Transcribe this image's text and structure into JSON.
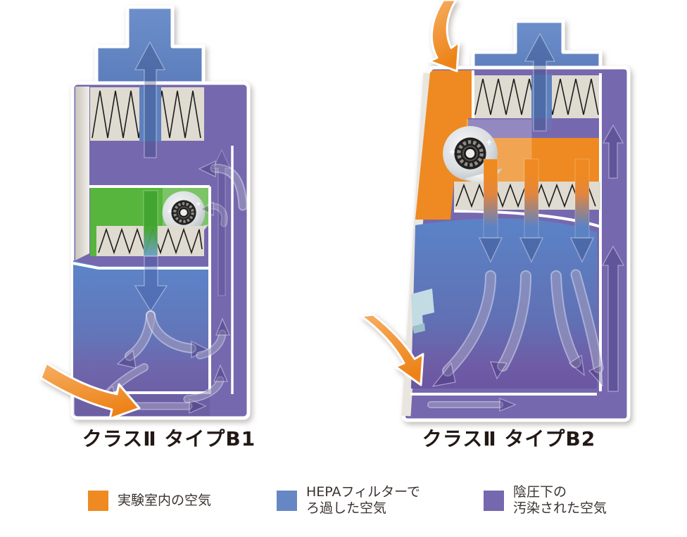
{
  "colors": {
    "orange": "#EE8A21",
    "blue": "#6787C4",
    "purple": "#7568AE",
    "green": "#57B53D",
    "filter_beige": "#DFDBD0",
    "pale_blue": "#C3DBE3",
    "text_dark": "#231815",
    "background": "#FFFFFF"
  },
  "diagrams": [
    {
      "id": "class2-typeB1",
      "title": "クラスⅡ タイプB1"
    },
    {
      "id": "class2-typeB2",
      "title": "クラスⅡ タイプB2"
    }
  ],
  "legend": {
    "items": [
      {
        "color_key": "orange",
        "lines": [
          "実験室内の空気"
        ]
      },
      {
        "color_key": "blue",
        "lines": [
          "HEPAフィルターで",
          "ろ過した空気"
        ]
      },
      {
        "color_key": "purple",
        "lines": [
          "陰圧下の",
          "汚染された空気"
        ]
      }
    ]
  },
  "icons": {
    "blower_fan": "blower-fan-icon",
    "hepa_filter": "hepa-filter-pleats-icon",
    "airflow_arrow": "airflow-arrow-icon"
  }
}
